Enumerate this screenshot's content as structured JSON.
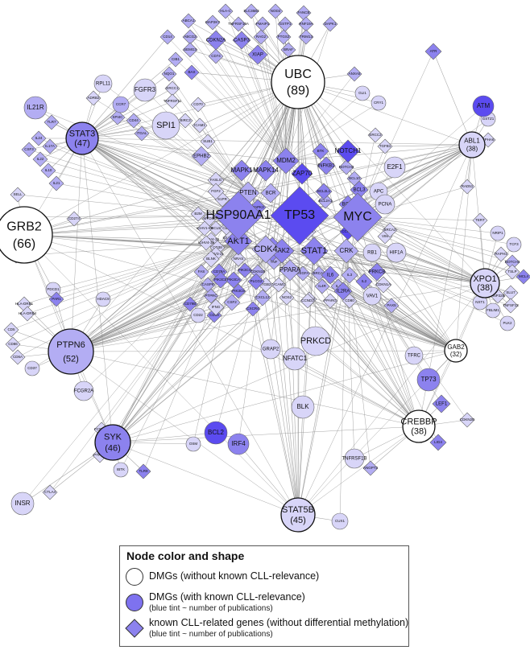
{
  "figure": {
    "hubs": [
      {
        "id": "UBC",
        "degree": "(89)"
      },
      {
        "id": "STAT3",
        "degree": "(47)"
      },
      {
        "id": "GRB2",
        "degree": "(66)"
      },
      {
        "id": "PTPN6",
        "degree": "(52)"
      },
      {
        "id": "SYK",
        "degree": "(46)"
      },
      {
        "id": "STAT5B",
        "degree": "(45)"
      },
      {
        "id": "ABL1",
        "degree": "(38)"
      },
      {
        "id": "XPO1",
        "degree": "(38)"
      },
      {
        "id": "GAB2",
        "degree": "(32)"
      },
      {
        "id": "CREBBP",
        "degree": "(38)"
      }
    ],
    "big_nodes": [
      "TP53",
      "HSP90AA1",
      "MYC"
    ],
    "genes": [
      "HLA-C",
      "SLC35B2",
      "NOD2",
      "FANCB",
      "ABCA1",
      "MAP2K7",
      "TNFRSF10A",
      "PMAIP1",
      "GSTP1",
      "RNF19A",
      "DAPK1",
      "CD14",
      "ABCG2",
      "CDKN2A",
      "CASP3",
      "RAG2",
      "PTGS2",
      "SEMG3",
      "CD74",
      "TRIM13",
      "BRAF",
      "CIB1",
      "XIAP",
      "NQO1",
      "BAX",
      "ATR",
      "ANXA5",
      "RPL11",
      "ADRB2",
      "CCR7",
      "FGFR3",
      "SPI1",
      "IL21R",
      "TLR7",
      "SPI4C",
      "CD44",
      "ITGAL",
      "IL24",
      "CSF3",
      "IL17A",
      "IL22",
      "IL10",
      "IL21",
      "ERCC1",
      "TNFRSF11",
      "CD70",
      "BIRC3",
      "ICAM1",
      "GLI1",
      "CRY1",
      "ERCC2",
      "TGFB1",
      "GSTZ1",
      "EPHA6",
      "ATM",
      "SUB1",
      "EPHB2",
      "BTK",
      "NOTCH1",
      "MDM2",
      "MAPK1",
      "MAPK14",
      "ZAP70",
      "INFKB1",
      "NOTCH2",
      "BCL10",
      "BCL2L1",
      "BCL2A1",
      "BCL3",
      "BCL6",
      "E2F1",
      "APC",
      "PCNA",
      "FASLG",
      "FGF2",
      "S1PR",
      "PTEN",
      "BCR",
      "MAPK3",
      "B2M",
      "MYD88",
      "BCL5",
      "CD28",
      "IGHV1-69",
      "IGHV4-34",
      "IGHV4-39",
      "CD38",
      "IGLV3-21",
      "IGHV3-21",
      "AKT1",
      "FGFR4",
      "CDK4",
      "ITGA4",
      "JAK2",
      "STAT1",
      "CRK",
      "RB1",
      "HIF1A",
      "VIM",
      "BRCA2",
      "CCND1",
      "PPARA",
      "TNF",
      "BLNK",
      "FAS",
      "CASP8",
      "PTPRC",
      "CD79A",
      "CD79B",
      "PIK3CD",
      "PIK3CA",
      "PIK3CG",
      "PLCG2",
      "NRAS",
      "CDKN1B",
      "ITGB2",
      "PIK3C8",
      "VCAM1",
      "CXCL12",
      "NOS2",
      "VEGFA",
      "BRCA1",
      "IL6",
      "IL3",
      "IL4R",
      "IL4",
      "IL2",
      "PRKCB",
      "PARK2",
      "CDKN1A",
      "IL2RA",
      "VAV1",
      "PAX5",
      "CSF2",
      "CXCR4",
      "IFNG",
      "CD22",
      "CD19",
      "CD80",
      "CCND2",
      "PPARG",
      "TERT",
      "NRIP1",
      "TCF3",
      "RAPH1",
      "NOTCH3",
      "TSLP",
      "MCL4",
      "SLU7",
      "ANP32B",
      "NXT1",
      "TNFSF13",
      "FBLIM1",
      "PLK2",
      "RAD51",
      "PDCD1",
      "PAR1",
      "HLA-DRB1",
      "HLA-DRB4",
      "CD5",
      "CD86",
      "CD6A",
      "CD37",
      "HDAC9",
      "FCGR2A",
      "CD274",
      "SELL",
      "FH",
      "CXCL8",
      "PRKCD",
      "GRAP2",
      "NFATC1",
      "TP73",
      "TFRC",
      "LEF1",
      "CDKN2B",
      "LIG4",
      "BLK",
      "BCL2",
      "IRF4",
      "OSM",
      "FCER2A",
      "PTPRO",
      "IBTK",
      "TLR9",
      "TNFRSF1B",
      "ANGPT2",
      "CTLA4",
      "INSR",
      "CUX1"
    ],
    "edge_color": "#8a8a8a",
    "node_colors": {
      "white": "#ffffff",
      "strong": "#5b4bf0",
      "mid": "#8c82ee",
      "light": "#b3adf3",
      "pale": "#d8d5f8"
    }
  },
  "legend": {
    "title": "Node color and shape",
    "item1": "DMGs (without known CLL-relevance)",
    "item2": "DMGs (with known CLL-relevance)",
    "item2_note": "(blue tint ~ number of publications)",
    "item3": "known CLL-related genes (without differential methylation)",
    "item3_note": "(blue tint ~ number of publications)"
  }
}
